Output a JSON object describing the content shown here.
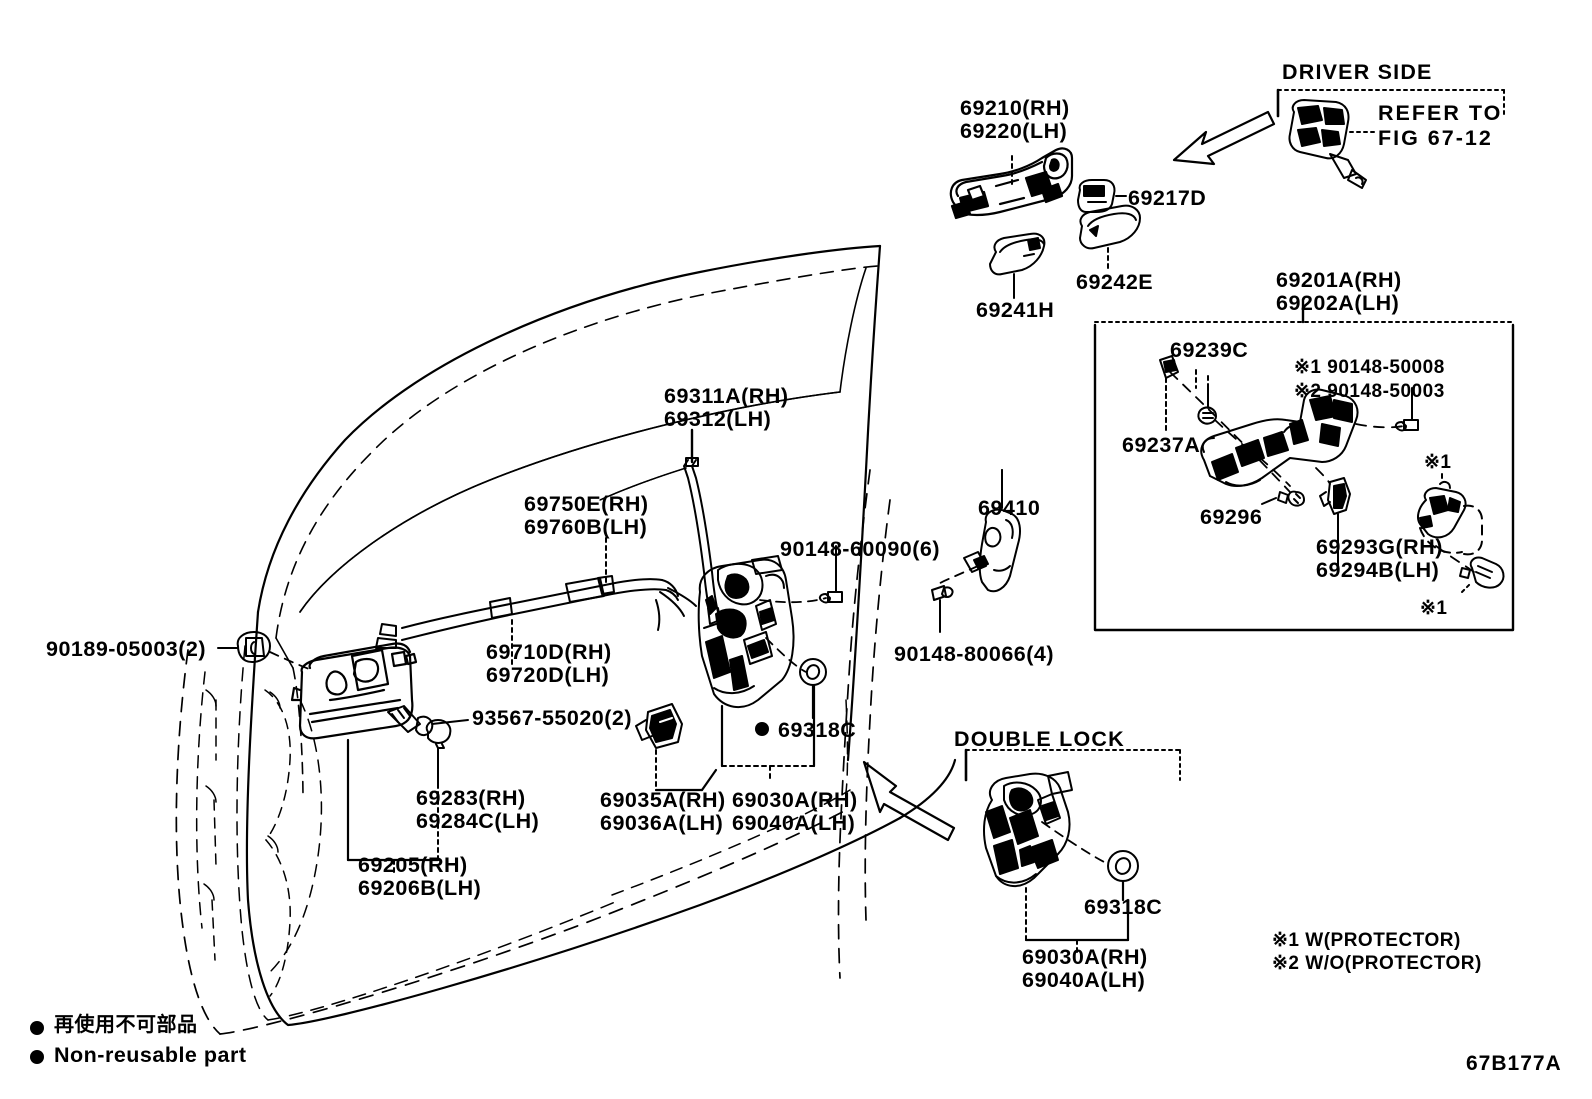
{
  "figure": {
    "id": "67B177A",
    "title": "Front Door Lock & Handle Parts Diagram"
  },
  "sections": {
    "driver_side": {
      "header": "DRIVER SIDE",
      "refer_line1": "REFER TO",
      "refer_line2": "FIG 67-12"
    },
    "double_lock": {
      "header": "DOUBLE LOCK",
      "part_washer": "69318C",
      "part_lock_rh": "69030A(RH)",
      "part_lock_lh": "69040A(LH)"
    },
    "handle_inset": {
      "title_rh": "69201A(RH)",
      "title_lh": "69202A(LH)",
      "note_screw1": "※1 90148-50008",
      "note_screw2": "※2 90148-50003",
      "part_69239c": "69239C",
      "part_69237a": "69237A",
      "part_69296": "69296",
      "part_69293g": "69293G(RH)",
      "part_69294b": "69294B(LH)",
      "mark1_a": "※1",
      "mark1_b": "※1"
    }
  },
  "labels": {
    "outer_handle_rh": "69210(RH)",
    "outer_handle_lh": "69220(LH)",
    "cap_69217d": "69217D",
    "cover_69242e": "69242E",
    "cover_69241h": "69241H",
    "rod_69311a": "69311A(RH)",
    "rod_69312": "69312(LH)",
    "cable_69750e": "69750E(RH)",
    "cable_69760b": "69760B(LH)",
    "cable_69710d": "69710D(RH)",
    "cable_69720d": "69720D(LH)",
    "screw_90148_60090": "90148-60090(6)",
    "striker_69410": "69410",
    "bolt_90148_80066": "90148-80066(4)",
    "clip_90189_05003": "90189-05003(2)",
    "screw_93567_55020": "93567-55020(2)",
    "knob_69283": "69283(RH)",
    "knob_69284c": "69284C(LH)",
    "inner_handle_69205": "69205(RH)",
    "inner_handle_69206b": "69206B(LH)",
    "bezel_69035a": "69035A(RH)",
    "bezel_69036a": "69036A(LH)",
    "lock_69030a": "69030A(RH)",
    "lock_69040a": "69040A(LH)",
    "washer_69318c": "69318C"
  },
  "notes": {
    "protector1": "※1 W(PROTECTOR)",
    "protector2": "※2 W/O(PROTECTOR)",
    "legend_jp": "再使用不可部品",
    "legend_en": "Non-reusable part"
  },
  "colors": {
    "ink": "#000000",
    "paper": "#ffffff"
  }
}
